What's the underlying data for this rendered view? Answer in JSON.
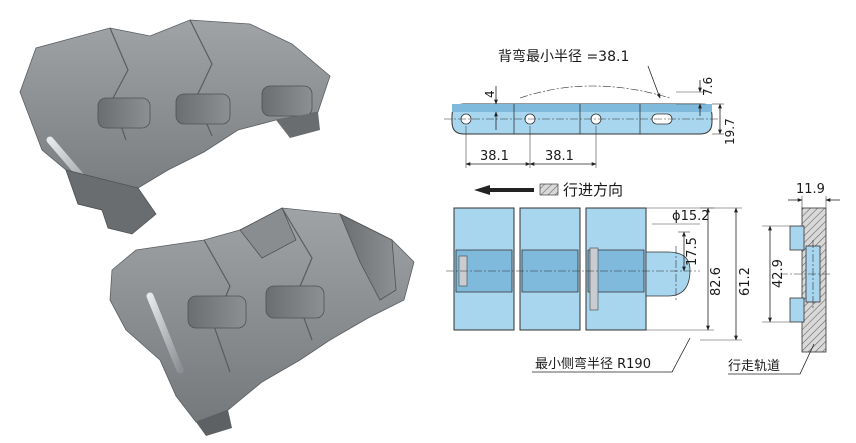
{
  "labels": {
    "min_back_bend": "背弯最小半径 =38.1",
    "dim_4": "4",
    "dim_7_6": "7.6",
    "dim_19_7": "19.7",
    "pitch_1": "38.1",
    "pitch_2": "38.1",
    "direction": "行进方向",
    "diameter": "ϕ15.2",
    "dim_17_5": "17.5",
    "dim_82_6": "82.6",
    "dim_61_2": "61.2",
    "dim_11_9": "11.9",
    "dim_42_9": "42.9",
    "min_side_bend": "最小侧弯半径 R190",
    "track": "行走轨道"
  },
  "colors": {
    "chain_grey": "#7c7f82",
    "chain_grey_light": "#9a9d9f",
    "chain_grey_dark": "#55585b",
    "drawing_blue": "#a9d6ef",
    "pin_metal": "#c9ccd0"
  },
  "icons": {
    "direction_arrow": "arrow-left-icon",
    "hatch_marker": "hatch-icon"
  }
}
